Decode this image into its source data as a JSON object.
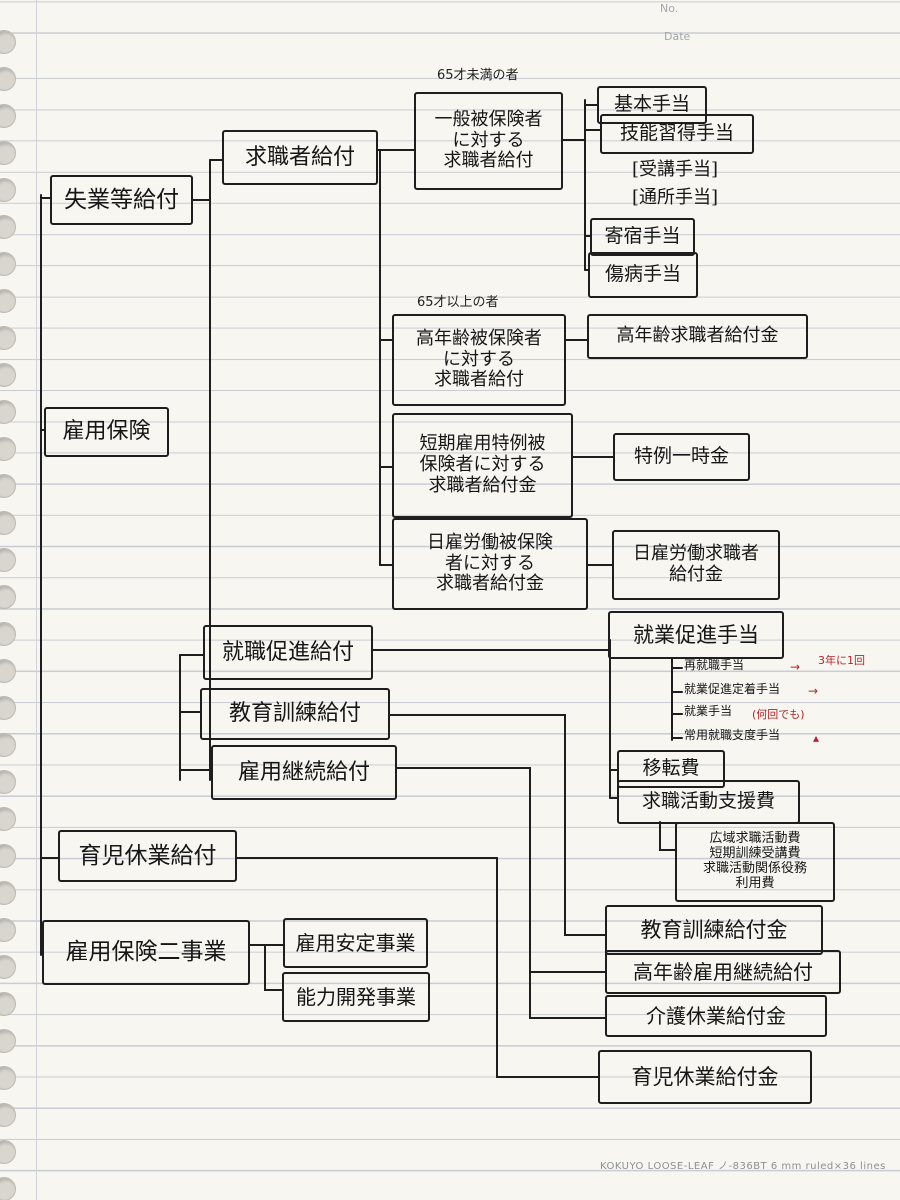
{
  "paper": {
    "header_no": "No.",
    "header_date": "Date",
    "footer": "KOKUYO  LOOSE-LEAF  ノ-836BT  6 mm ruled×36 lines"
  },
  "nodes": {
    "koyo_hoken": "雇用保険",
    "shitsugyo_to_kyufu": "失業等給付",
    "kyushokusha_kyufu": "求職者給付",
    "ippan_kyushoku": "一般被保険者\nに対する\n求職者給付",
    "kihon_teate": "基本手当",
    "gino_shutoku": "技能習得手当",
    "jukou_teate": "[受講手当]",
    "tsusho_teate": "[通所手当]",
    "kishuku_teate": "寄宿手当",
    "shobyo_teate": "傷病手当",
    "koureisha_kyushoku": "高年齢被保険者\nに対する\n求職者給付",
    "kourei_ichijikin": "高年齢求職者給付金",
    "tanki_kyushoku": "短期雇用特例被\n保険者に対する\n求職者給付金",
    "tokurei_ichijikin": "特例一時金",
    "hiyatoi_kyushoku": "日雇労働被保険\n者に対する\n求職者給付金",
    "hiyatoi_kyufukin": "日雇労働求職者\n給付金",
    "shushoku_sokushin": "就職促進給付",
    "shugyo_sokushin_teate": "就業促進手当",
    "saishushoku_teate": "再就職手当",
    "teichaku_teate": "就業促進定着手当",
    "shugyo_teate": "就業手当",
    "shugyo_teate_note": "(何回でも)",
    "joyo_shushoku": "常用就職支度手当",
    "iten_hi": "移転費",
    "katsudo_shien": "求職活動支援費",
    "katsudo_shien_sub": "広域求職活動費\n短期訓練受講費\n求職活動関係役務\n利用費",
    "kyoiku_kunren": "教育訓練給付",
    "koyo_keizoku": "雇用継続給付",
    "ikuji_kyugyo": "育児休業給付",
    "nijigyo": "雇用保険二事業",
    "koyo_antei": "雇用安定事業",
    "noryoku_kaihatsu": "能力開発事業",
    "kyoiku_kunren_kin": "教育訓練給付金",
    "kourei_keizoku": "高年齢雇用継続給付",
    "kaigo_kyugyo_kin": "介護休業給付金",
    "ikuji_kyugyo_kin": "育児休業給付金"
  },
  "notes": {
    "under65": "65才未満の者",
    "over65": "65才以上の者",
    "red_note": "3年に1回"
  },
  "colors": {
    "ink": "#1e1e1e",
    "red": "#b3262a",
    "paper": "#f7f6f1",
    "rule": "#c9cdd3"
  }
}
